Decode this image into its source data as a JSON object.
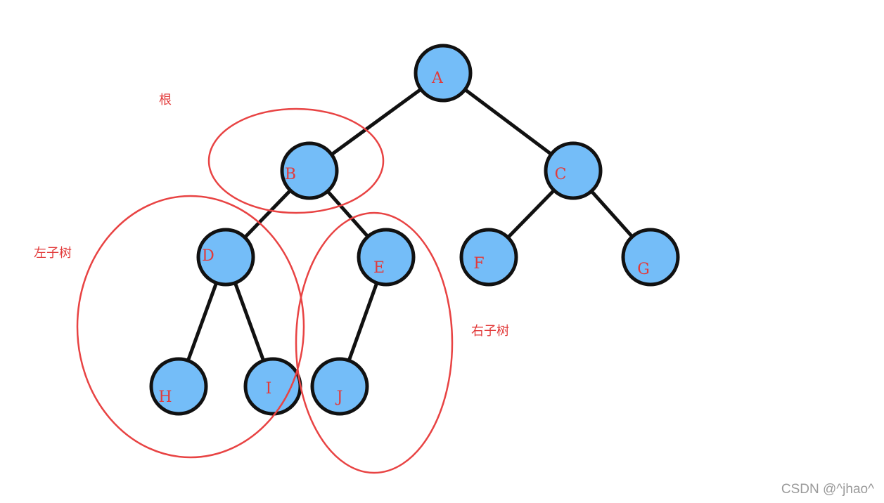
{
  "tree": {
    "nodes": [
      {
        "id": "A",
        "label": "A"
      },
      {
        "id": "B",
        "label": "B"
      },
      {
        "id": "C",
        "label": "C"
      },
      {
        "id": "D",
        "label": "D"
      },
      {
        "id": "E",
        "label": "E"
      },
      {
        "id": "F",
        "label": "F"
      },
      {
        "id": "G",
        "label": "G"
      },
      {
        "id": "H",
        "label": "H"
      },
      {
        "id": "I",
        "label": "I"
      },
      {
        "id": "J",
        "label": "J"
      }
    ],
    "edges": [
      [
        "A",
        "B"
      ],
      [
        "A",
        "C"
      ],
      [
        "B",
        "D"
      ],
      [
        "B",
        "E"
      ],
      [
        "C",
        "F"
      ],
      [
        "C",
        "G"
      ],
      [
        "D",
        "H"
      ],
      [
        "D",
        "I"
      ],
      [
        "E",
        "J"
      ]
    ]
  },
  "annotations": {
    "root": "根",
    "left_subtree": "左子树",
    "right_subtree": "右子树"
  },
  "watermark": "CSDN @^jhao^",
  "colors": {
    "node_fill": "#74bdf8",
    "node_stroke": "#111111",
    "annotation": "#e23a3a",
    "watermark": "#9a9a9a"
  }
}
